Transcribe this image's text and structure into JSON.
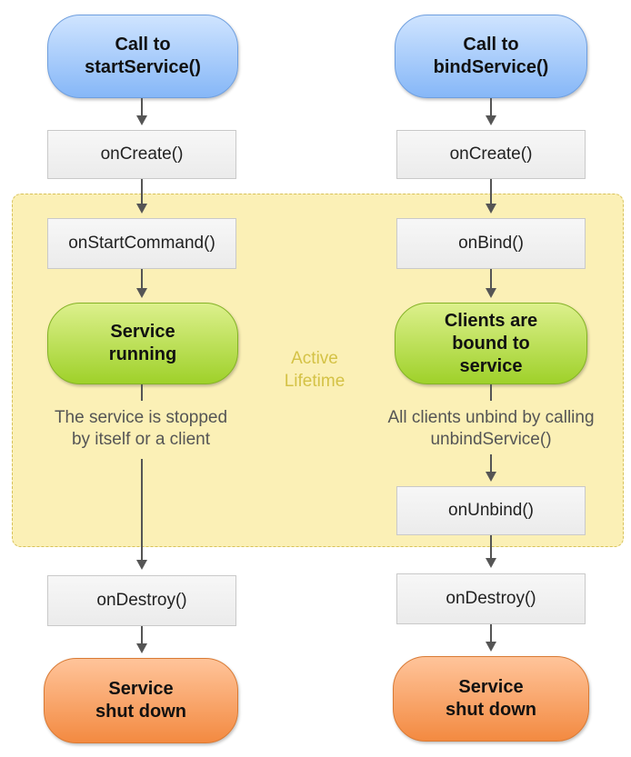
{
  "left_flow": {
    "start": "Call to\nstartService()",
    "on_create": "onCreate()",
    "on_start_command": "onStartCommand()",
    "running": "Service\nrunning",
    "stop_note": "The service is stopped\nby itself or a client",
    "on_destroy": "onDestroy()",
    "end": "Service\nshut down"
  },
  "right_flow": {
    "start": "Call to\nbindService()",
    "on_create": "onCreate()",
    "on_bind": "onBind()",
    "bound": "Clients are\nbound to\nservice",
    "unbind_note": "All clients unbind by calling\nunbindService()",
    "on_unbind": "onUnbind()",
    "on_destroy": "onDestroy()",
    "end": "Service\nshut down"
  },
  "active_lifetime_label": "Active\nLifetime",
  "colors": {
    "start_pill": "#86b7f7",
    "running_pill": "#9fd12a",
    "end_pill": "#f38a41",
    "active_region": "#fbf0b6",
    "active_label": "#d4c246"
  }
}
